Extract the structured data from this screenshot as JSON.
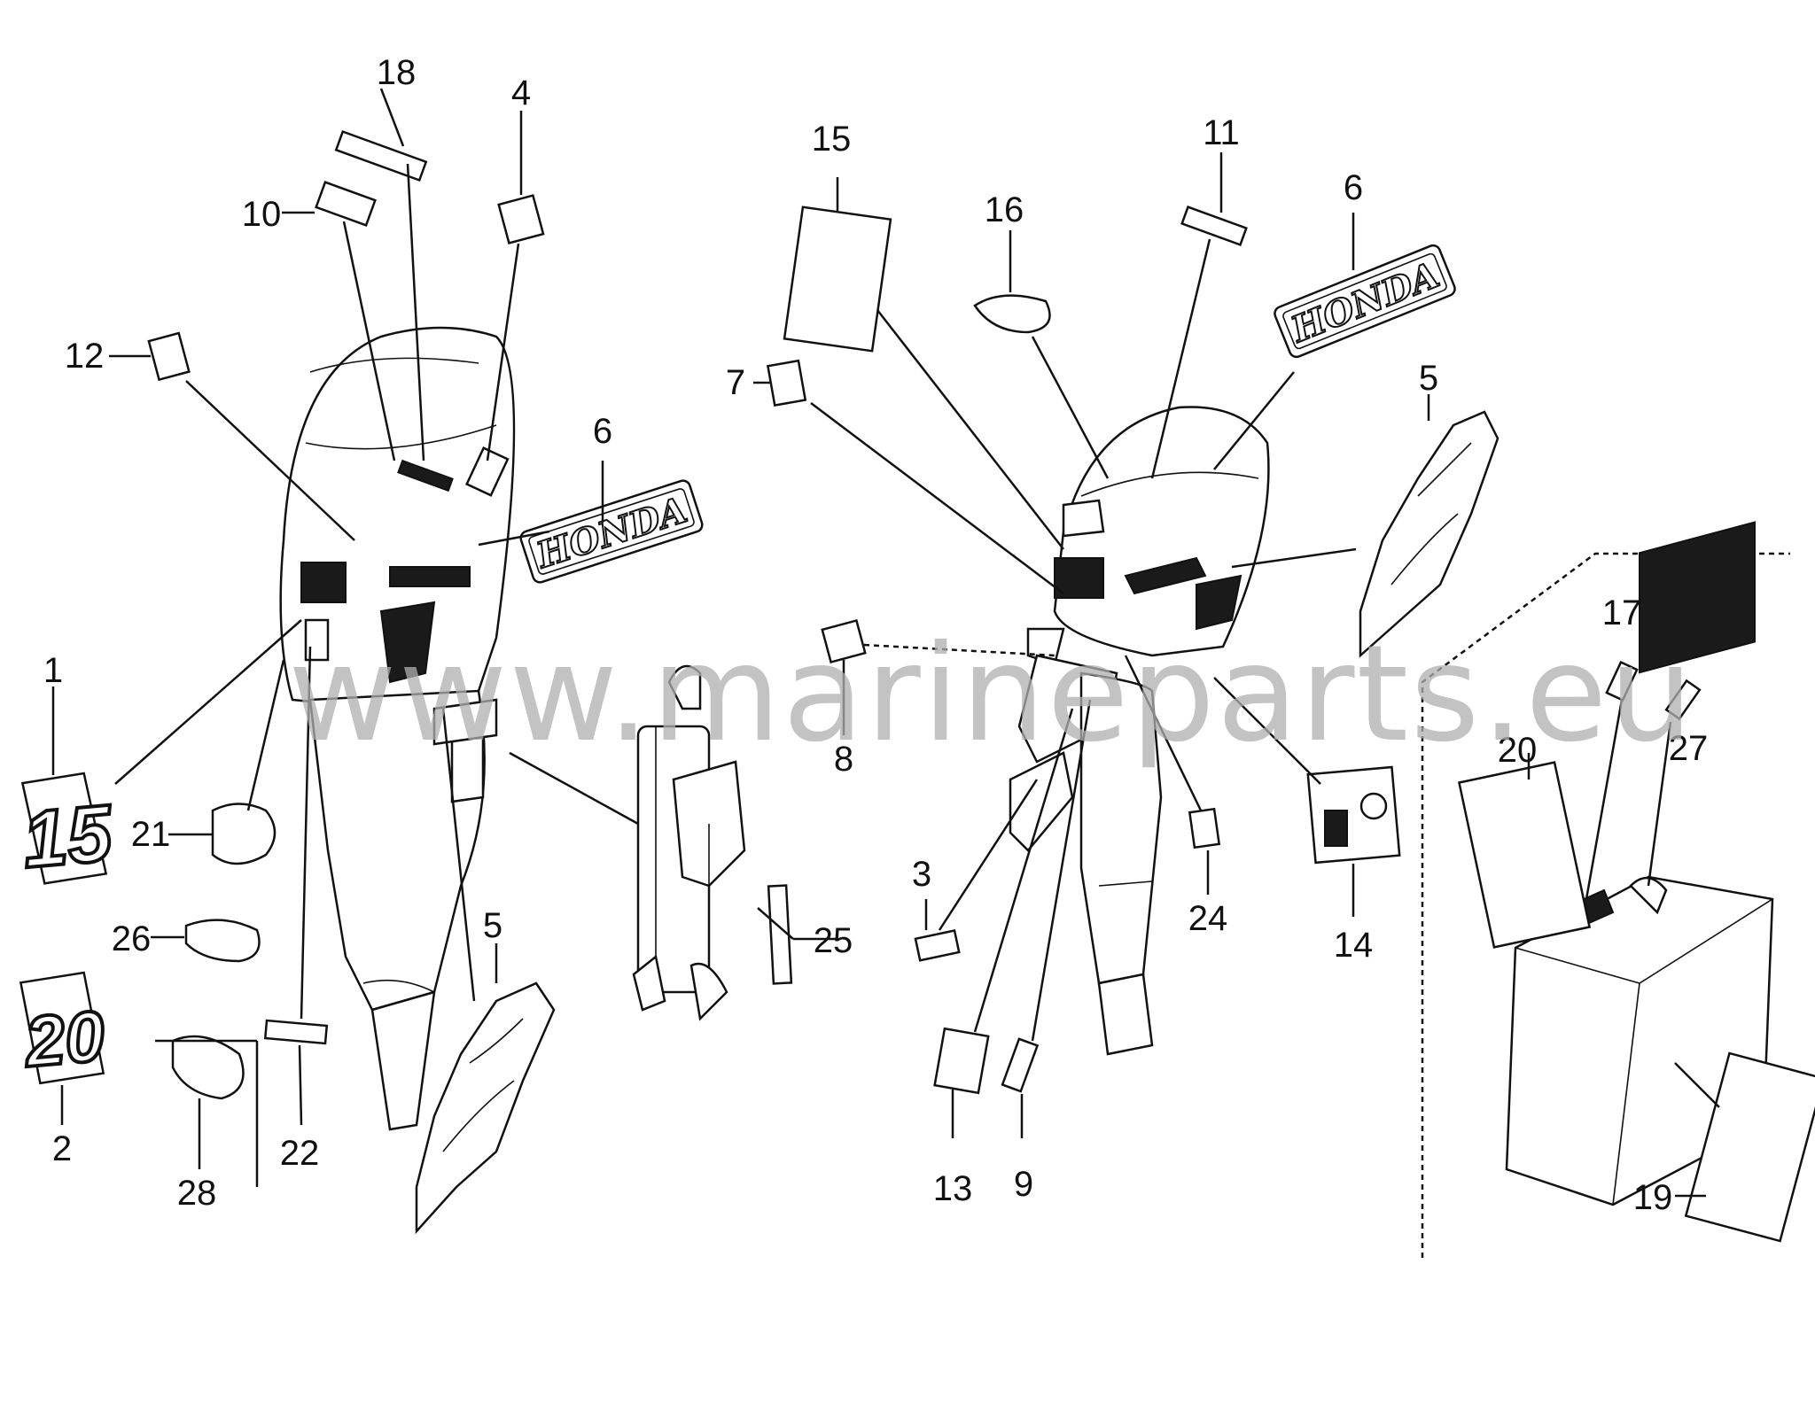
{
  "watermark": "www.marineparts.eu",
  "decals": {
    "brand": "HONDA",
    "hp_15": "15",
    "hp_20": "20"
  },
  "callouts": {
    "c1": "1",
    "c2": "2",
    "c3": "3",
    "c4": "4",
    "c5a": "5",
    "c5b": "5",
    "c6a": "6",
    "c6b": "6",
    "c7": "7",
    "c8": "8",
    "c9": "9",
    "c10": "10",
    "c11": "11",
    "c12": "12",
    "c13": "13",
    "c14": "14",
    "c15": "15",
    "c16": "16",
    "c17": "17",
    "c18": "18",
    "c19": "19",
    "c20": "20",
    "c21": "21",
    "c22": "22",
    "c24": "24",
    "c25": "25",
    "c26": "26",
    "c27": "27",
    "c28": "28"
  }
}
